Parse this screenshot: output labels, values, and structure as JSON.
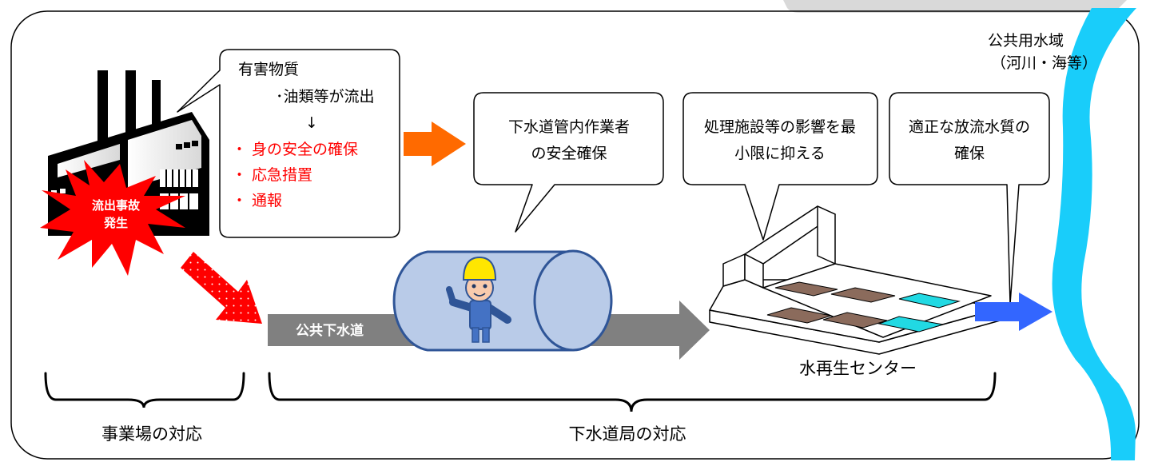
{
  "accident_label": [
    "流出事故",
    "発生"
  ],
  "factory_bubble": {
    "title": "有害物質",
    "line2": "･油類等が流出",
    "arrow": "↓",
    "bullets": [
      "・ 身の安全の確保",
      "・ 応急措置",
      "・ 通報"
    ],
    "bullet_color": "#ff0000"
  },
  "worker_bubble": [
    "下水道管内作業者",
    "の安全確保"
  ],
  "plant_bubble": [
    "処理施設等の影響を最",
    "小限に抑える"
  ],
  "discharge_bubble": [
    "適正な放流水質の",
    "確保"
  ],
  "sewer_label": "公共下水道",
  "plant_label": "水再生センター",
  "waters_label": [
    "公共用水域",
    "（河川・海等）"
  ],
  "bottom": {
    "company_response": "事業場の対応",
    "bureau_response": "下水道局の対応"
  },
  "colors": {
    "accent_orange": "#ff6a00",
    "river": "#19cdfa",
    "pipe_fill": "#b9cbe8",
    "pipe_stroke": "#2f5597",
    "sewer_arrow": "#808080",
    "blue_arrow": "#3366ff",
    "sludge_tank": "#8b6b5c",
    "clear_tank": "#21d9e3",
    "helmet": "#ffe600",
    "accident_red": "#ff0000"
  },
  "icons": [
    "factory-icon",
    "explosion-icon",
    "worker-icon",
    "water-reclamation-plant-icon",
    "river-icon"
  ]
}
